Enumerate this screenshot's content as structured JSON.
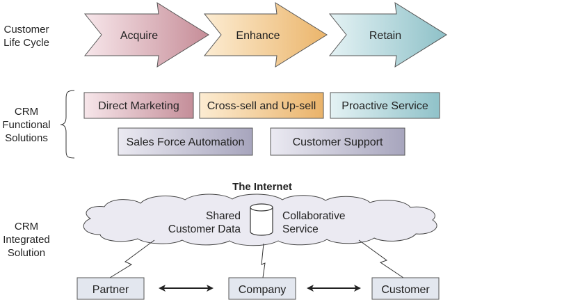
{
  "row_labels": {
    "life_cycle": [
      "Customer",
      "Life Cycle"
    ],
    "functional": [
      "CRM",
      "Functional",
      "Solutions"
    ],
    "integrated": [
      "CRM",
      "Integrated",
      "Solution"
    ]
  },
  "life_cycle_stages": [
    {
      "label": "Acquire",
      "color_light": "#f7e6ea",
      "color_dark": "#c68d98"
    },
    {
      "label": "Enhance",
      "color_light": "#fcecd2",
      "color_dark": "#ebb56b"
    },
    {
      "label": "Retain",
      "color_light": "#e4f2f4",
      "color_dark": "#8ec1c8"
    }
  ],
  "functional_solutions": {
    "top_row": [
      {
        "label": "Direct Marketing",
        "color_light": "#f7e6ea",
        "color_dark": "#c48e99"
      },
      {
        "label": "Cross-sell and Up-sell",
        "color_light": "#fcecd2",
        "color_dark": "#eab36a"
      },
      {
        "label": "Proactive Service",
        "color_light": "#e4f2f4",
        "color_dark": "#90c2c9"
      }
    ],
    "bottom_row": [
      {
        "label": "Sales Force Automation",
        "color_light": "#ebeaf2",
        "color_dark": "#a7a5bd"
      },
      {
        "label": "Customer Support",
        "color_light": "#ebeaf2",
        "color_dark": "#a7a5bd"
      }
    ]
  },
  "internet": {
    "title": "The Internet",
    "left_text": [
      "Shared",
      "Customer Data"
    ],
    "right_text": [
      "Collaborative",
      "Service"
    ],
    "icon": "database-cylinder-icon",
    "cloud_color": "#ebeaf2"
  },
  "nodes": [
    {
      "label": "Partner"
    },
    {
      "label": "Company"
    },
    {
      "label": "Customer"
    }
  ],
  "node_color": "#e3e7ef",
  "icons": {
    "brace": "curly-brace-icon",
    "link": "lightning-link-icon",
    "double_arrow": "double-headed-arrow-icon"
  }
}
